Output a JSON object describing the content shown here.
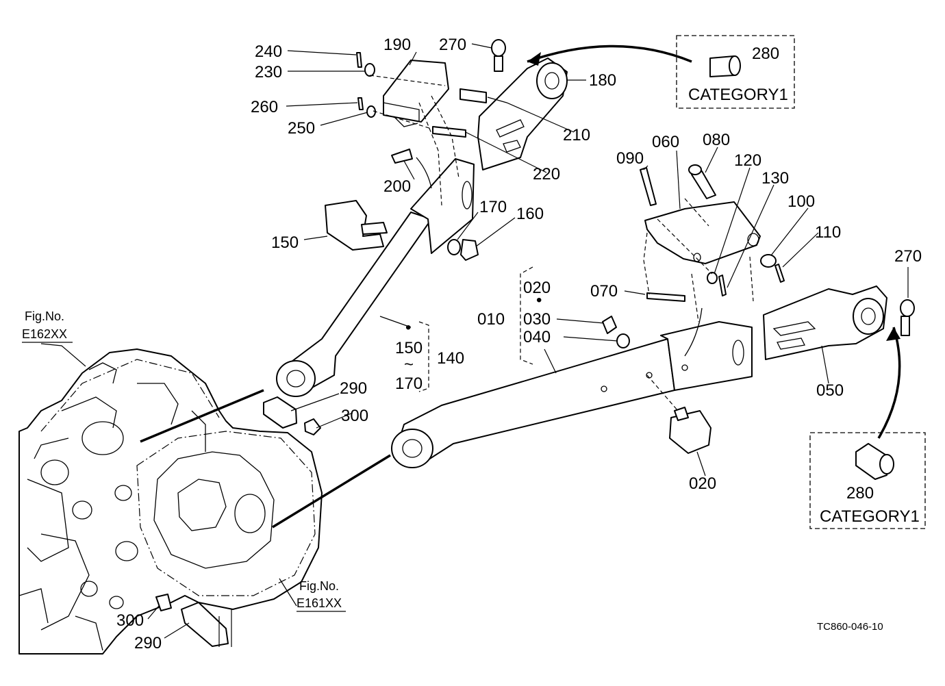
{
  "callouts": {
    "c240": "240",
    "c230": "230",
    "c190": "190",
    "c270a": "270",
    "c180": "180",
    "c280a": "280",
    "c260": "260",
    "c250": "250",
    "c210": "210",
    "c220": "220",
    "c200": "200",
    "c150a": "150",
    "c170a": "170",
    "c160": "160",
    "c090": "090",
    "c060": "060",
    "c080": "080",
    "c120": "120",
    "c130": "130",
    "c100": "100",
    "c110": "110",
    "c270b": "270",
    "c070": "070",
    "c020a": "020",
    "c010": "010",
    "c030": "030",
    "c040": "040",
    "c150b": "150",
    "c140": "140",
    "c170b": "170",
    "c050": "050",
    "c290a": "290",
    "c300a": "300",
    "c020b": "020",
    "c280b": "280",
    "c300b": "300",
    "c290b": "290"
  },
  "labels": {
    "category_top": "CATEGORY1",
    "category_bottom": "CATEGORY1",
    "fig_left_title": "Fig.No.",
    "fig_left_code": "E162XX",
    "fig_bottom_title": "Fig.No.",
    "fig_bottom_code": "E161XX",
    "drawing_code": "TC860-046-10",
    "dot_symbol": "•",
    "tilde_symbol": "~"
  }
}
